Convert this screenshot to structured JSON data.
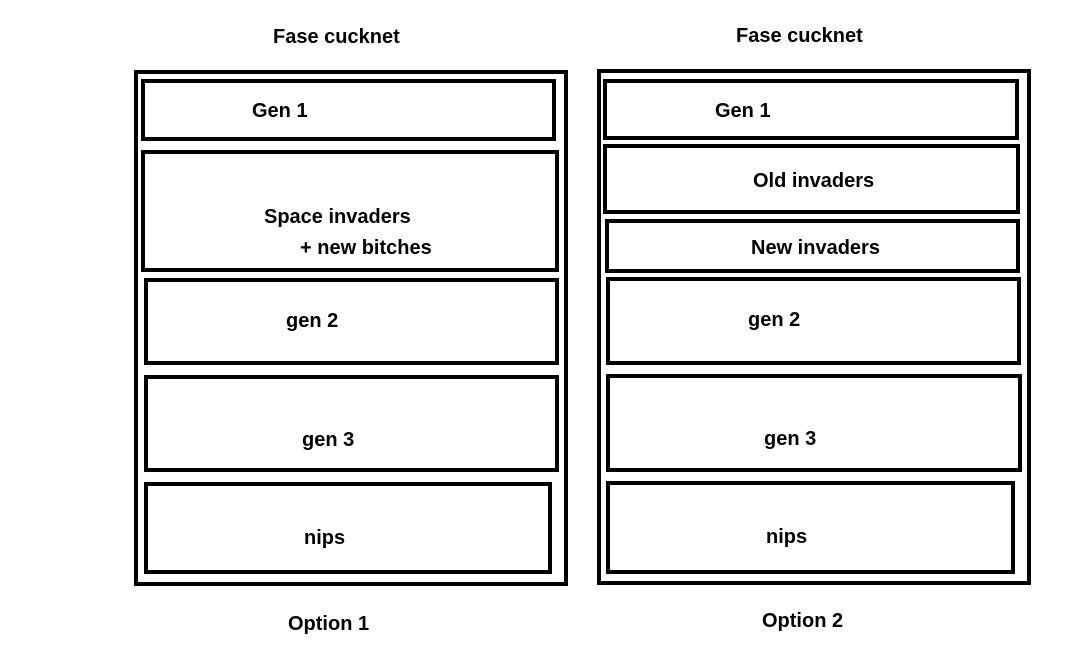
{
  "diagram": {
    "option1": {
      "heading": "Fase cucknet",
      "caption": "Option 1",
      "blocks": [
        {
          "label": "Gen 1"
        },
        {
          "label": "Space invaders",
          "label2": "+ new bitches"
        },
        {
          "label": "gen 2"
        },
        {
          "label": "gen 3"
        },
        {
          "label": "nips"
        }
      ]
    },
    "option2": {
      "heading": "Fase cucknet",
      "caption": "Option 2",
      "blocks": [
        {
          "label": "Gen 1"
        },
        {
          "label": "Old invaders"
        },
        {
          "label": "New invaders"
        },
        {
          "label": "gen 2"
        },
        {
          "label": "gen 3"
        },
        {
          "label": "nips"
        }
      ]
    }
  }
}
